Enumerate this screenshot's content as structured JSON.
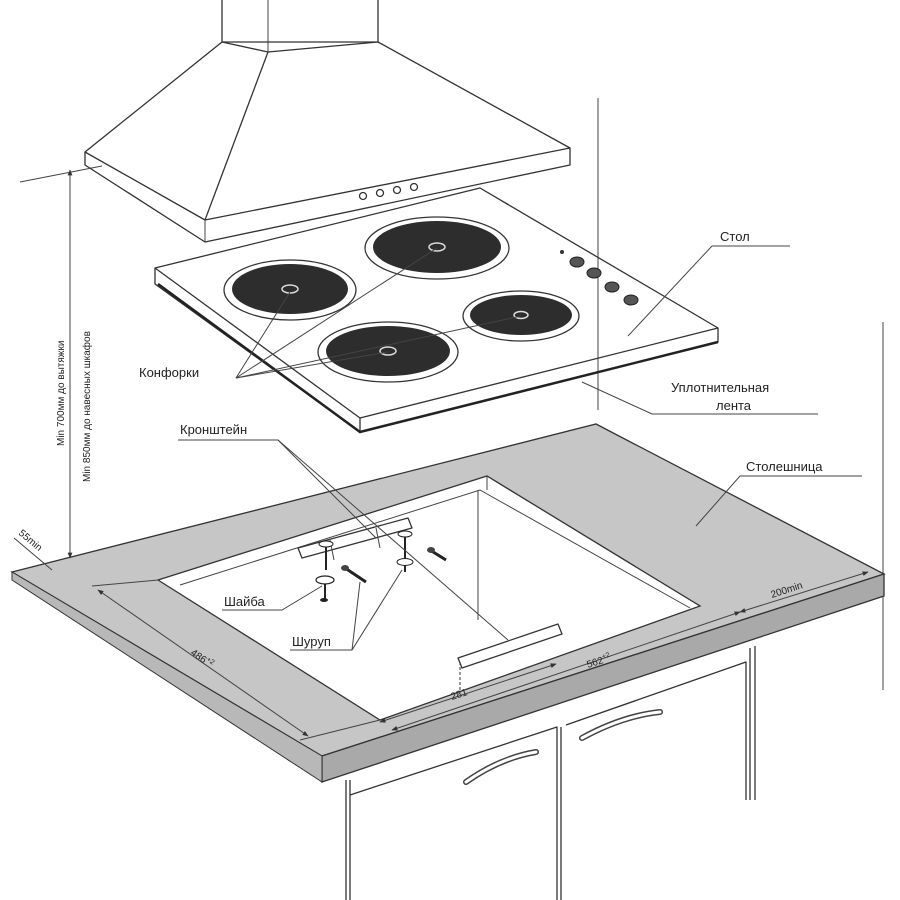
{
  "labels": {
    "table": "Стол",
    "burners": "Конфорки",
    "seal_line1": "Уплотнительная",
    "seal_line2": "лента",
    "bracket": "Кронштейн",
    "countertop": "Столешница",
    "washer": "Шайба",
    "screw": "Шуруп"
  },
  "dimensions": {
    "min_hood": "Min 700мм до вытяжки",
    "min_cabinets": "Min 850мм до навесных шкафов",
    "edge_min": "55min",
    "cutout_depth": "486",
    "cutout_depth_tol": "+2",
    "cutout_width": "562",
    "cutout_width_tol": "+2",
    "bracket_offset": "281",
    "side_min": "200min"
  }
}
